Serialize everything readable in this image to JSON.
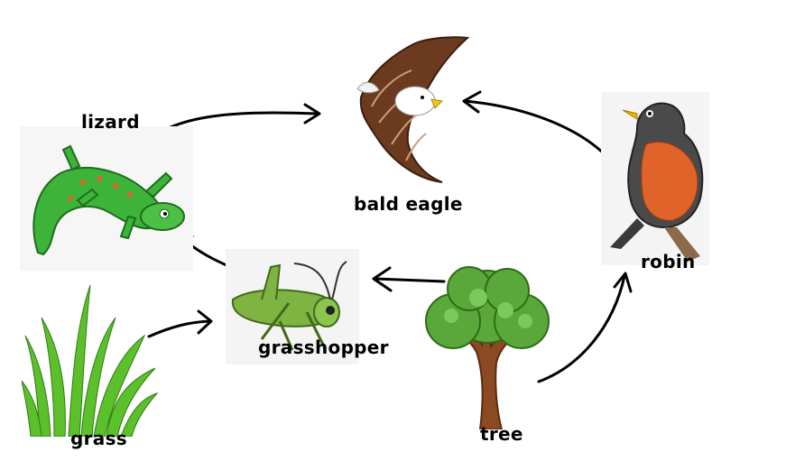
{
  "diagram": {
    "organisms": [
      {
        "id": "lizard",
        "label": "lizard"
      },
      {
        "id": "bald_eagle",
        "label": "bald eagle"
      },
      {
        "id": "robin",
        "label": "robin"
      },
      {
        "id": "grasshopper",
        "label": "grasshopper"
      },
      {
        "id": "grass",
        "label": "grass"
      },
      {
        "id": "tree",
        "label": "tree"
      }
    ],
    "arrows": [
      {
        "from": "lizard",
        "to": "bald_eagle"
      },
      {
        "from": "robin",
        "to": "bald_eagle"
      },
      {
        "from": "grasshopper",
        "to": "lizard"
      },
      {
        "from": "grass",
        "to": "grasshopper"
      },
      {
        "from": "tree",
        "to": "grasshopper"
      },
      {
        "from": "tree",
        "to": "robin"
      }
    ],
    "colors": {
      "arrow": "#000000",
      "lizard": "#3db33a",
      "eagle_brown": "#6b3a1f",
      "robin_breast": "#e0642a",
      "grass": "#5cc02a",
      "grasshopper": "#7fb342",
      "tree_leaf": "#5aa83a",
      "tree_trunk": "#8b4a22"
    }
  }
}
